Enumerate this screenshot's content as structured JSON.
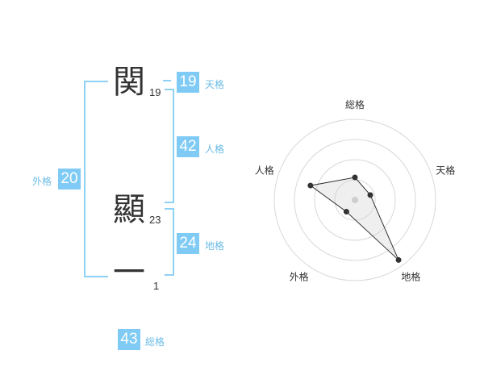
{
  "name": {
    "characters": [
      {
        "char": "関",
        "strokes": "19"
      },
      {
        "char": "顯",
        "strokes": "23"
      },
      {
        "char": "一",
        "strokes": "1"
      }
    ]
  },
  "fortune": {
    "tenkaku": {
      "label": "天格",
      "value": "19"
    },
    "jinkaku": {
      "label": "人格",
      "value": "42"
    },
    "chikaku": {
      "label": "地格",
      "value": "24"
    },
    "gaikaku": {
      "label": "外格",
      "value": "20"
    },
    "soukaku": {
      "label": "総格",
      "value": "43"
    }
  },
  "radar": {
    "axis_labels": {
      "top": "総格",
      "right": "天格",
      "bottom_right": "地格",
      "bottom_left": "外格",
      "left": "人格"
    },
    "levels": 4,
    "values": {
      "soukaku": 0.28,
      "tenkaku": 0.2,
      "chikaku": 0.92,
      "gaikaku": 0.18,
      "jinkaku": 0.58
    }
  },
  "colors": {
    "accent": "#7fcbf5",
    "bracket": "#8fd0f5",
    "label": "#6cbce6",
    "text": "#333333"
  }
}
